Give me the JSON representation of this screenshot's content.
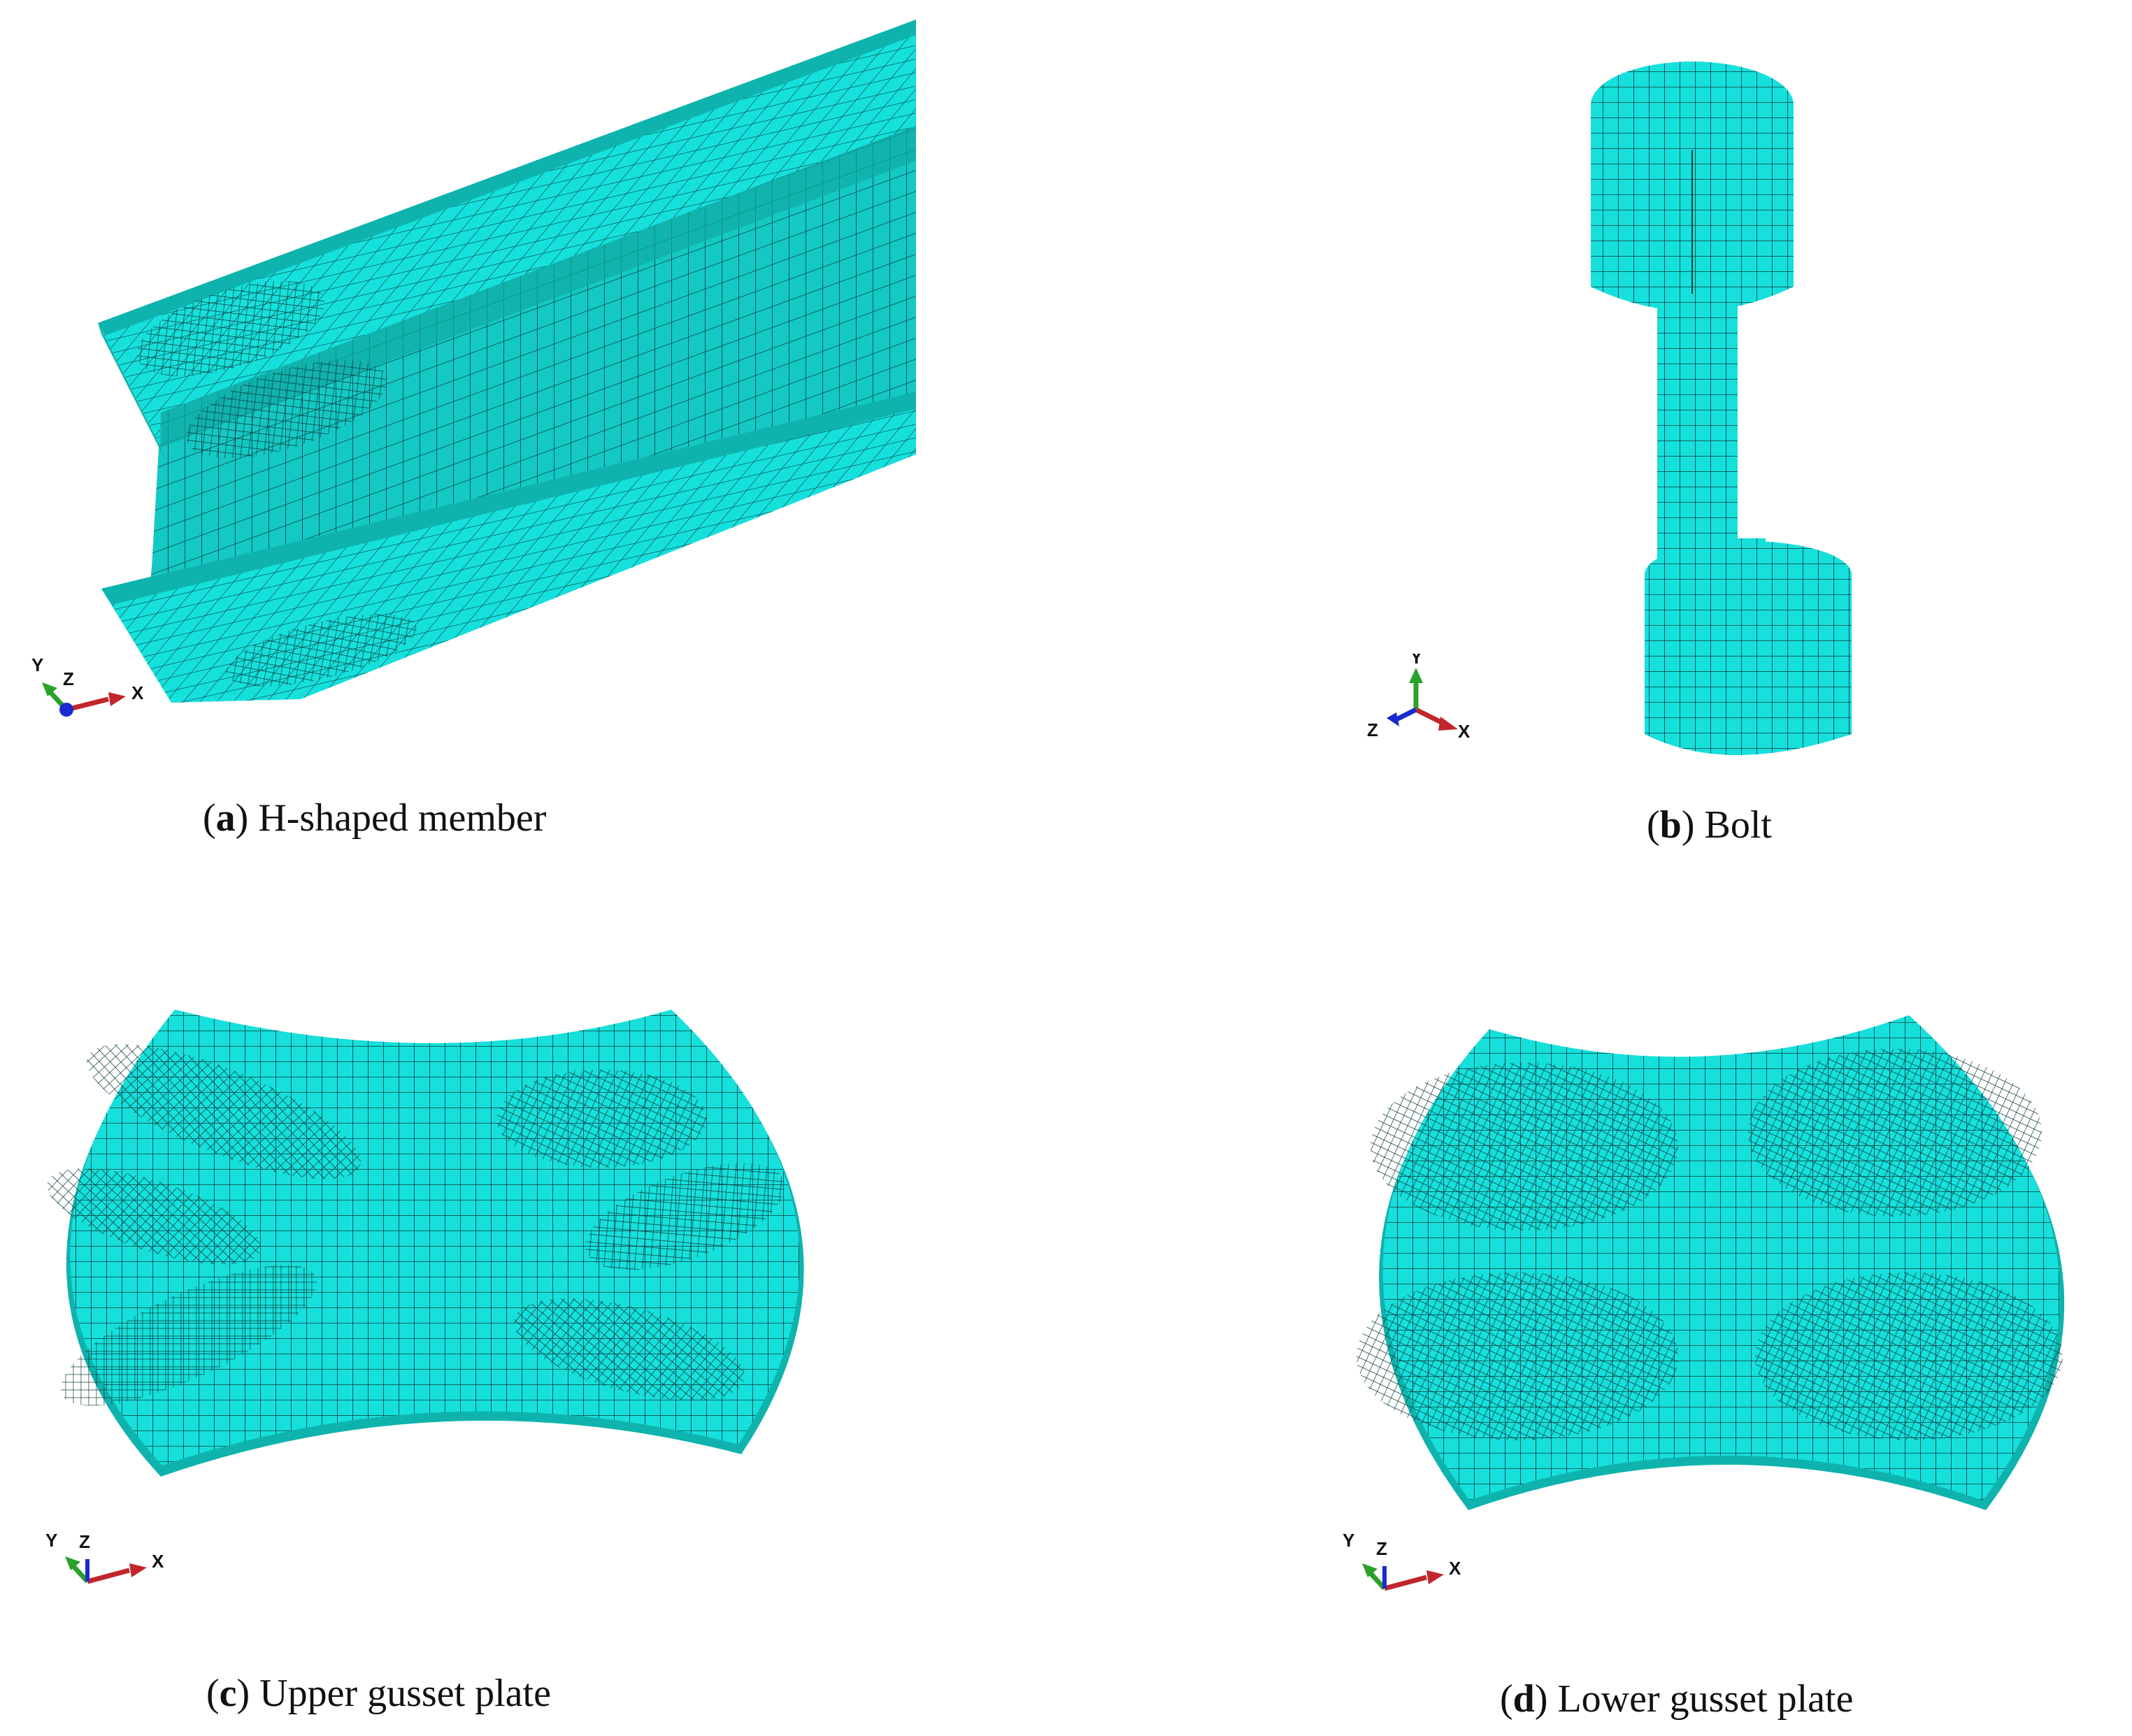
{
  "figure": {
    "mesh_color": "#16e0dc",
    "mesh_dark": "#0fb3ad",
    "mesh_line": "#0a3b3a",
    "panels": [
      {
        "letter": "a",
        "caption": "H-shaped member"
      },
      {
        "letter": "b",
        "caption": "Bolt"
      },
      {
        "letter": "c",
        "caption": "Upper gusset plate"
      },
      {
        "letter": "d",
        "caption": "Lower gusset plate"
      }
    ],
    "axis_labels": {
      "x": "X",
      "y": "Y",
      "z": "Z"
    },
    "axis_colors": {
      "x": "#c0262b",
      "y": "#2aa12a",
      "z": "#1a2ad0"
    }
  }
}
